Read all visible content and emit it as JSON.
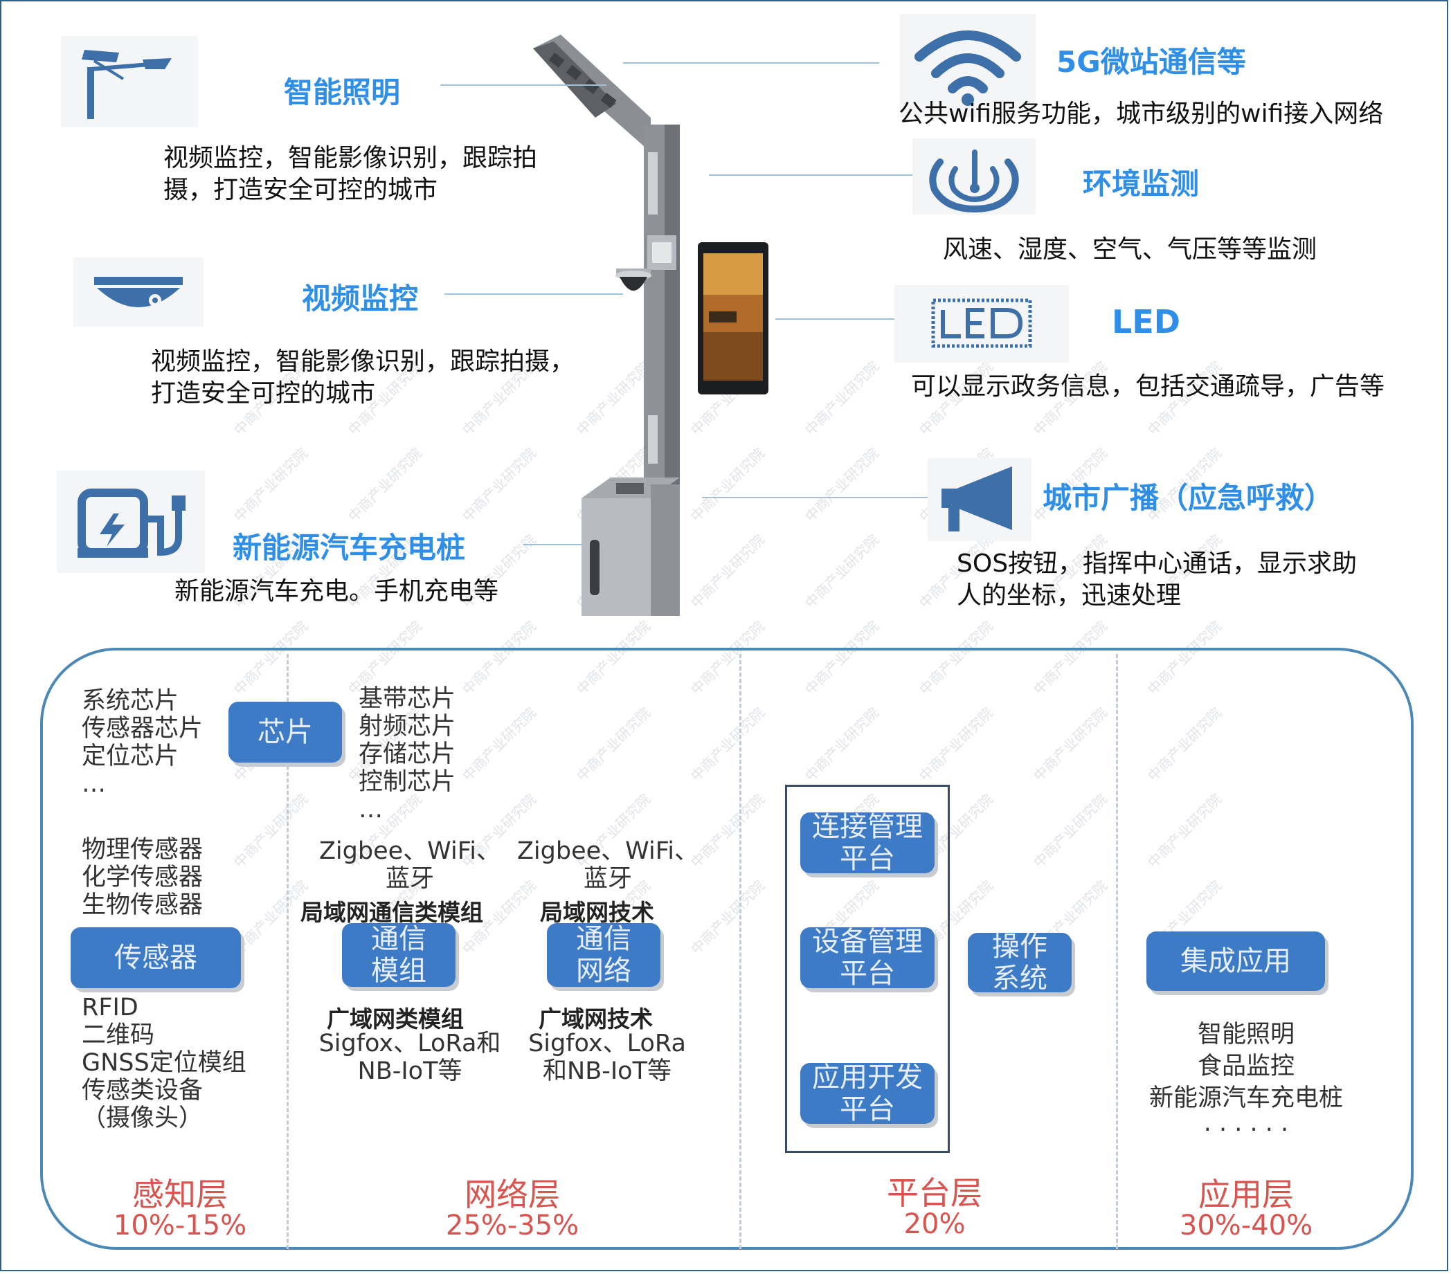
{
  "features": {
    "lighting": {
      "title": "智能照明",
      "desc": "视频监控，智能影像识别，跟踪拍摄，打造安全可控的城市"
    },
    "video": {
      "title": "视频监控",
      "desc": "视频监控，智能影像识别，跟踪拍摄，打造安全可控的城市"
    },
    "charging": {
      "title": "新能源汽车充电桩",
      "desc": "新能源汽车充电。手机充电等"
    },
    "fiveg": {
      "title": "5G微站通信等",
      "desc": "公共wifi服务功能，城市级别的wifi接入网络"
    },
    "environment": {
      "title": "环境监测",
      "desc": "风速、湿度、空气、气压等等监测"
    },
    "led": {
      "title": "LED",
      "desc": "可以显示政务信息，包括交通疏导，广告等"
    },
    "broadcast": {
      "title": "城市广播（应急呼救）",
      "desc": "SOS按钮，指挥中心通话，显示求助人的坐标，迅速处理"
    }
  },
  "watermark": "中商产业研究院",
  "perception": {
    "chip_list": "系统芯片\n传感器芯片\n定位芯片\n…",
    "chip_btn": "芯片",
    "sensor_list": "物理传感器\n化学传感器\n生物传感器",
    "sensor_btn": "传感器",
    "device_list": "RFID\n二维码\nGNSS定位模组\n传感类设备\n（摄像头）",
    "layer": "感知层",
    "pct": "10%-15%"
  },
  "network": {
    "chip_list": "基带芯片\n射频芯片\n存储芯片\n控制芯片\n…",
    "lan_protocols_a": "Zigbee、WiFi、\n蓝牙",
    "lan_module_label": "局域网通信类模组",
    "lan_protocols_b": "Zigbee、WiFi、\n蓝牙",
    "lan_tech_label": "局域网技术",
    "module_btn": "通信\n模组",
    "network_btn": "通信\n网络",
    "wan_module_label": "广域网类模组",
    "wan_tech_label": "广域网技术",
    "wan_protocols_a": "Sigfox、LoRa和\nNB-IoT等",
    "wan_protocols_b": "Sigfox、LoRa\n和NB-IoT等",
    "layer": "网络层",
    "pct": "25%-35%"
  },
  "platform": {
    "connect_btn": "连接管理\n平台",
    "device_btn": "设备管理\n平台",
    "appdev_btn": "应用开发\n平台",
    "os_btn": "操作\n系统",
    "layer": "平台层",
    "pct": "20%"
  },
  "application": {
    "btn": "集成应用",
    "list": "智能照明\n食品监控\n新能源汽车充电桩\n· · · · · ·",
    "layer": "应用层",
    "pct": "30%-40%"
  }
}
